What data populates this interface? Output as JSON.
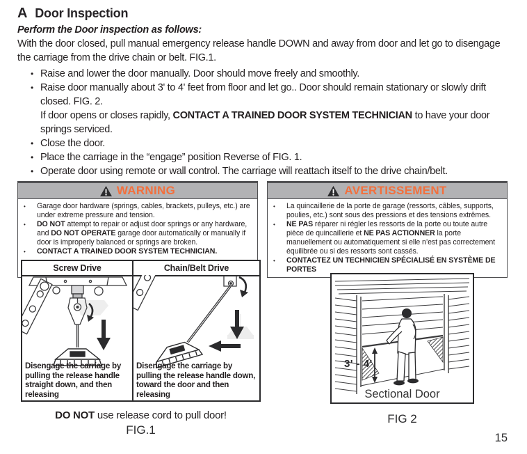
{
  "page": {
    "number": "15",
    "section_letter": "A",
    "title": "Door Inspection",
    "intro": "Perform the Door inspection as follows:",
    "paragraph": "With the door closed, pull manual emergency release handle DOWN and away from door and let go to disengage the carriage from the drive chain or belt. FIG.1.",
    "steps": [
      {
        "bullet": true,
        "segments": [
          {
            "t": "Raise and lower the door manually. Door should move freely and smoothly."
          }
        ]
      },
      {
        "bullet": true,
        "segments": [
          {
            "t": "Raise door manually about 3' to 4' feet from floor and let go.. Door should remain stationary or slowly drift closed. FIG. 2."
          }
        ]
      },
      {
        "bullet": false,
        "segments": [
          {
            "t": "If door opens or closes rapidly, "
          },
          {
            "t": "CONTACT A TRAINED DOOR SYSTEM TECHNICIAN",
            "b": true
          },
          {
            "t": " to have your door springs serviced."
          }
        ]
      },
      {
        "bullet": true,
        "segments": [
          {
            "t": "Close the door."
          }
        ]
      },
      {
        "bullet": true,
        "segments": [
          {
            "t": "Place the carriage in the “engage” position Reverse of FIG. 1."
          }
        ]
      },
      {
        "bullet": true,
        "segments": [
          {
            "t": "Operate door using remote or wall control. The carriage will reattach itself to the drive chain/belt."
          }
        ]
      }
    ]
  },
  "warning_en": {
    "title": "WARNING",
    "items": [
      {
        "bullet": true,
        "segments": [
          {
            "t": "Garage door hardware (springs, cables, brackets, pulleys, etc.) are under extreme pressure and tension."
          }
        ]
      },
      {
        "bullet": true,
        "segments": [
          {
            "t": "DO NOT",
            "b": true
          },
          {
            "t": " attempt to repair or adjust door springs or any hardware, and "
          },
          {
            "t": "DO NOT OPERATE",
            "b": true
          },
          {
            "t": " garage door automatically or manually if door is improperly balanced or springs are broken."
          }
        ]
      },
      {
        "bullet": true,
        "segments": [
          {
            "t": "CONTACT A TRAINED DOOR SYSTEM TECHNICIAN.",
            "b": true
          }
        ]
      }
    ]
  },
  "warning_fr": {
    "title": "AVERTISSEMENT",
    "items": [
      {
        "bullet": true,
        "segments": [
          {
            "t": "La quincaillerie de la porte de garage (ressorts, câbles, supports, poulies, etc.) sont sous des pressions et des tensions extrêmes."
          }
        ]
      },
      {
        "bullet": true,
        "segments": [
          {
            "t": "NE PAS",
            "b": true
          },
          {
            "t": " réparer ni régler les ressorts de la porte ou toute autre pièce de quincaillerie et "
          },
          {
            "t": "NE PAS ACTIONNER",
            "b": true
          },
          {
            "t": " la porte manuellement ou automatiquement si elle n’est pas correctement équilibrée ou si des ressorts sont cassés."
          }
        ]
      },
      {
        "bullet": true,
        "segments": [
          {
            "t": "CONTACTEZ UN TECHNICIEN SPÉCIALISÉ EN SYSTÈME DE PORTES",
            "b": true
          }
        ]
      }
    ]
  },
  "fig1": {
    "panels": [
      {
        "title": "Screw Drive",
        "caption": "Disengage the carriage by pulling the release handle straight down, and then releasing"
      },
      {
        "title": "Chain/Belt Drive",
        "caption": "Disengage the carriage by pulling the release handle down, toward the door and then releasing"
      }
    ],
    "note_segments": [
      {
        "t": "DO NOT",
        "b": true
      },
      {
        "t": " use release cord to pull door!"
      }
    ],
    "label": "FIG.1"
  },
  "fig2": {
    "height_label": "3' - 4'",
    "door_label": "Sectional Door",
    "label": "FIG 2"
  },
  "colors": {
    "warning_accent": "#f3703d",
    "header_band_gray": "#b2b2b4",
    "text_dark": "#231f20"
  }
}
